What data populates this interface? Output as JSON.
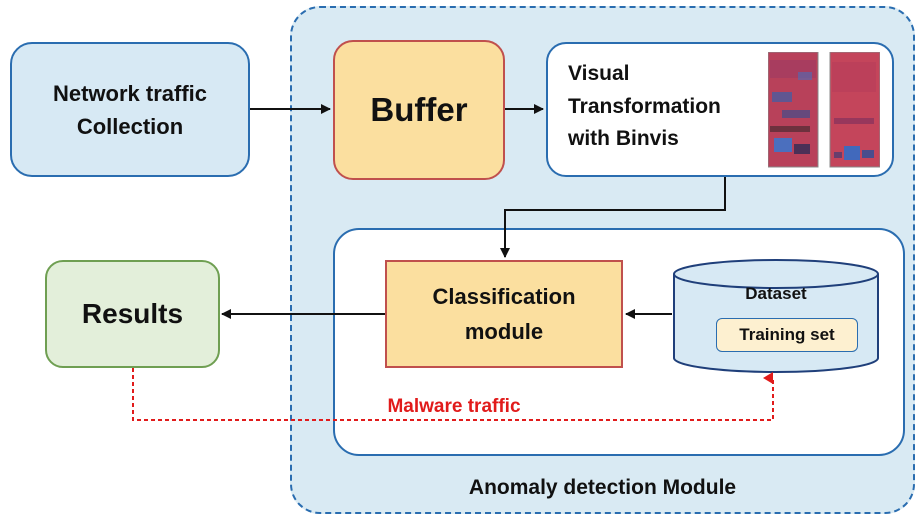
{
  "module": {
    "label": "Anomaly detection Module"
  },
  "nodes": {
    "network": {
      "line1": "Network traffic",
      "line2": "Collection"
    },
    "buffer": {
      "label": "Buffer"
    },
    "visual": {
      "line1": "Visual",
      "line2": "Transformation",
      "line3": "with Binvis"
    },
    "results": {
      "label": "Results"
    },
    "classification": {
      "line1": "Classification",
      "line2": "module"
    },
    "dataset": {
      "title": "Dataset",
      "training": "Training set"
    }
  },
  "edges": {
    "malware_label": "Malware traffic"
  },
  "colors": {
    "module_fill": "#d9eaf3",
    "module_border": "#2a6db0",
    "orange_fill": "#fbdf9f",
    "orange_border": "#c0504d",
    "green_fill": "#e3efda",
    "green_border": "#6f9f52",
    "dashed_arrow": "#e11b1b"
  },
  "icons": [
    "binvis-image-thumbnail",
    "database-cylinder-icon"
  ]
}
